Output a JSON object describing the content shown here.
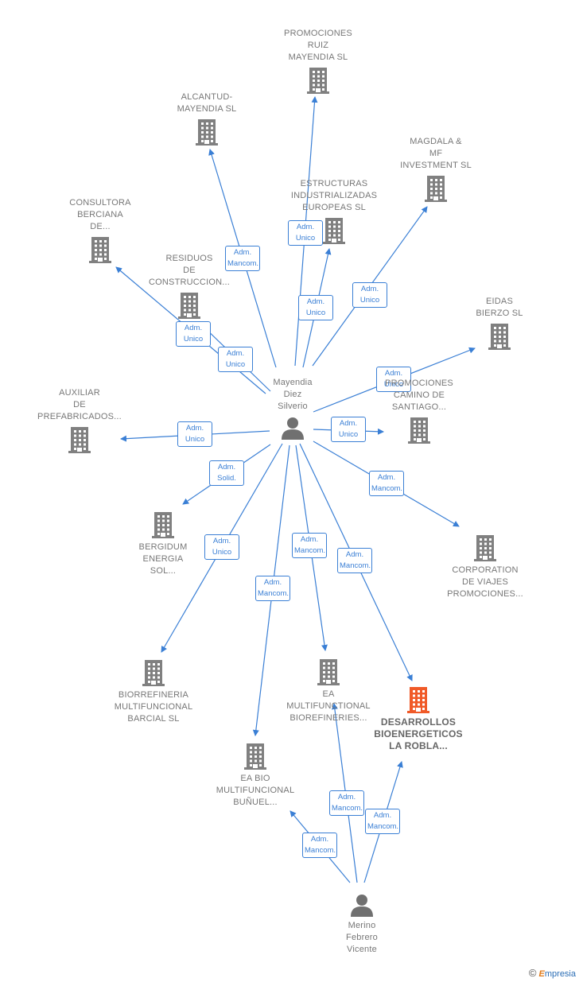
{
  "colors": {
    "edge": "#3a7fd5",
    "building": "#808080",
    "highlight": "#f05a28",
    "person": "#707070"
  },
  "nodes": [
    {
      "id": "n_promociones_ruiz",
      "type": "company",
      "lines": [
        "PROMOCIONES",
        "RUIZ",
        "MAYENDIA SL"
      ],
      "label_pos": "above"
    },
    {
      "id": "n_alcantud",
      "type": "company",
      "lines": [
        "ALCANTUD-",
        "MAYENDIA  SL"
      ],
      "label_pos": "above"
    },
    {
      "id": "n_magdala",
      "type": "company",
      "lines": [
        "MAGDALA &",
        "MF",
        "INVESTMENT SL"
      ],
      "label_pos": "above"
    },
    {
      "id": "n_estructuras",
      "type": "company",
      "lines": [
        "ESTRUCTURAS",
        "INDUSTRIALIZADAS",
        "EUROPEAS  SL"
      ],
      "label_pos": "above"
    },
    {
      "id": "n_consultora",
      "type": "company",
      "lines": [
        "CONSULTORA",
        "BERCIANA",
        "DE..."
      ],
      "label_pos": "above"
    },
    {
      "id": "n_residuos",
      "type": "company",
      "lines": [
        "RESIDUOS",
        "DE",
        "CONSTRUCCION..."
      ],
      "label_pos": "above"
    },
    {
      "id": "n_eidas",
      "type": "company",
      "lines": [
        "EIDAS",
        "BIERZO  SL"
      ],
      "label_pos": "above"
    },
    {
      "id": "n_promociones_camino",
      "type": "company",
      "lines": [
        "PROMOCIONES",
        "CAMINO DE",
        "SANTIAGO..."
      ],
      "label_pos": "above"
    },
    {
      "id": "n_auxiliar",
      "type": "company",
      "lines": [
        "AUXILIAR",
        "DE",
        "PREFABRICADOS..."
      ],
      "label_pos": "above"
    },
    {
      "id": "n_bergidum",
      "type": "company",
      "lines": [
        "BERGIDUM",
        "ENERGIA",
        "SOL..."
      ],
      "label_pos": "below"
    },
    {
      "id": "n_corporation",
      "type": "company",
      "lines": [
        "CORPORATION",
        "DE VIAJES",
        "PROMOCIONES..."
      ],
      "label_pos": "below"
    },
    {
      "id": "n_biorrefineria",
      "type": "company",
      "lines": [
        "BIORREFINERIA",
        "MULTIFUNCIONAL",
        "BARCIAL  SL"
      ],
      "label_pos": "below"
    },
    {
      "id": "n_ea_multi",
      "type": "company",
      "lines": [
        "EA",
        "MULTIFUNCTIONAL",
        "BIOREFINERIES..."
      ],
      "label_pos": "below"
    },
    {
      "id": "n_desarrollos",
      "type": "company",
      "highlight": true,
      "lines": [
        "DESARROLLOS",
        "BIOENERGETICOS",
        "LA ROBLA..."
      ],
      "label_pos": "below"
    },
    {
      "id": "n_ea_bio",
      "type": "company",
      "lines": [
        "EA BIO",
        "MULTIFUNCIONAL",
        "BUÑUEL..."
      ],
      "label_pos": "below"
    },
    {
      "id": "p_mayendia",
      "type": "person",
      "lines": [
        "Mayendia",
        "Diez",
        "Silverio"
      ],
      "label_pos": "above"
    },
    {
      "id": "p_merino",
      "type": "person",
      "lines": [
        "Merino",
        "Febrero",
        "Vicente"
      ],
      "label_pos": "below"
    }
  ],
  "edges": [
    {
      "from": "p_mayendia",
      "to": "n_promociones_ruiz",
      "label": [
        "Adm.",
        "Unico"
      ]
    },
    {
      "from": "p_mayendia",
      "to": "n_alcantud",
      "label": [
        "Adm.",
        "Mancom."
      ]
    },
    {
      "from": "p_mayendia",
      "to": "n_estructuras",
      "label": [
        "Adm.",
        "Unico"
      ]
    },
    {
      "from": "p_mayendia",
      "to": "n_magdala",
      "label": [
        "Adm.",
        "Unico"
      ]
    },
    {
      "from": "p_mayendia",
      "to": "n_consultora",
      "label": [
        "Adm.",
        "Unico"
      ]
    },
    {
      "from": "p_mayendia",
      "to": "n_residuos",
      "label": [
        "Adm.",
        "Unico"
      ]
    },
    {
      "from": "p_mayendia",
      "to": "n_eidas",
      "label": [
        "Adm.",
        "Unico"
      ]
    },
    {
      "from": "p_mayendia",
      "to": "n_promociones_camino",
      "label": [
        "Adm.",
        "Unico"
      ]
    },
    {
      "from": "p_mayendia",
      "to": "n_auxiliar",
      "label": [
        "Adm.",
        "Unico"
      ]
    },
    {
      "from": "p_mayendia",
      "to": "n_bergidum",
      "label": [
        "Adm.",
        "Solid."
      ]
    },
    {
      "from": "p_mayendia",
      "to": "n_corporation",
      "label": [
        "Adm.",
        "Mancom."
      ]
    },
    {
      "from": "p_mayendia",
      "to": "n_biorrefineria",
      "label": [
        "Adm.",
        "Unico"
      ]
    },
    {
      "from": "p_mayendia",
      "to": "n_ea_bio",
      "label": [
        "Adm.",
        "Mancom."
      ]
    },
    {
      "from": "p_mayendia",
      "to": "n_ea_multi",
      "label": [
        "Adm.",
        "Mancom."
      ]
    },
    {
      "from": "p_mayendia",
      "to": "n_desarrollos",
      "label": [
        "Adm.",
        "Mancom."
      ]
    },
    {
      "from": "p_merino",
      "to": "n_ea_bio",
      "label": [
        "Adm.",
        "Mancom."
      ]
    },
    {
      "from": "p_merino",
      "to": "n_ea_multi",
      "label": [
        "Adm.",
        "Mancom."
      ]
    },
    {
      "from": "p_merino",
      "to": "n_desarrollos",
      "label": [
        "Adm.",
        "Mancom."
      ]
    }
  ],
  "footer": {
    "copyright": "©",
    "brand_first": "E",
    "brand_rest": "mpresia"
  }
}
